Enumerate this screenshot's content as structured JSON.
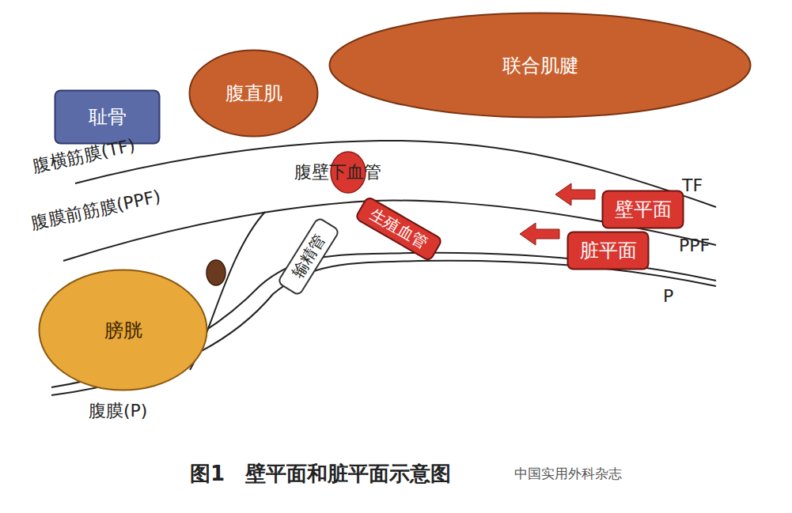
{
  "diagram": {
    "caption": "图1　壁平面和脏平面示意图",
    "nodes": [
      {
        "text": [
          "耻骨"
        ]
      },
      {
        "text": [
          "腹直肌"
        ]
      },
      {
        "text": [
          "联合肌腱"
        ]
      },
      {
        "text": [
          "膀胱"
        ]
      },
      {
        "text": [
          "输精管"
        ]
      },
      {
        "text": [
          "生殖血管"
        ]
      },
      {
        "text": [
          "壁平面"
        ]
      },
      {
        "text": [
          "脏平面"
        ]
      }
    ],
    "labels": [
      "腹横筋膜(TF)",
      "腹膜前筋膜(PPF)",
      "腹膜(P)",
      "腹壁下血管",
      "TF",
      "PPF",
      "P",
      "中国实用外科杂志"
    ]
  }
}
